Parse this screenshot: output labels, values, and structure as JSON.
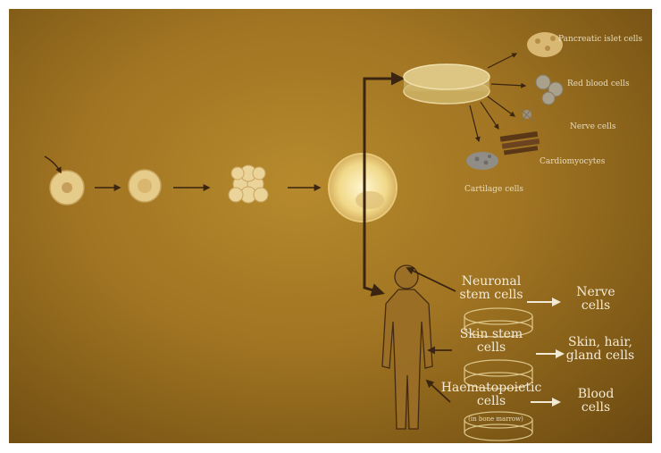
{
  "diagram": {
    "dish_outputs": [
      "Pancreatic islet cells",
      "Red blood cells",
      "Nerve cells",
      "Cardiomyocytes",
      "Cartilage cells"
    ],
    "adult_stem_cells": [
      {
        "source": "Neuronal stem cells",
        "result": "Nerve cells"
      },
      {
        "source": "Skin stem cells",
        "result": "Skin, hair, gland cells"
      },
      {
        "source": "Haematopoietic cells",
        "note": "(in bone marrow)",
        "result": "Blood cells"
      }
    ]
  },
  "colors": {
    "background": "#a07422",
    "arrow_dark": "#3b2410",
    "text_light": "#f3ead6"
  },
  "icons": [
    "zygote-icon",
    "two-cell-icon",
    "morula-icon",
    "blastocyst-icon",
    "petri-dish-icon",
    "human-figure-icon"
  ]
}
